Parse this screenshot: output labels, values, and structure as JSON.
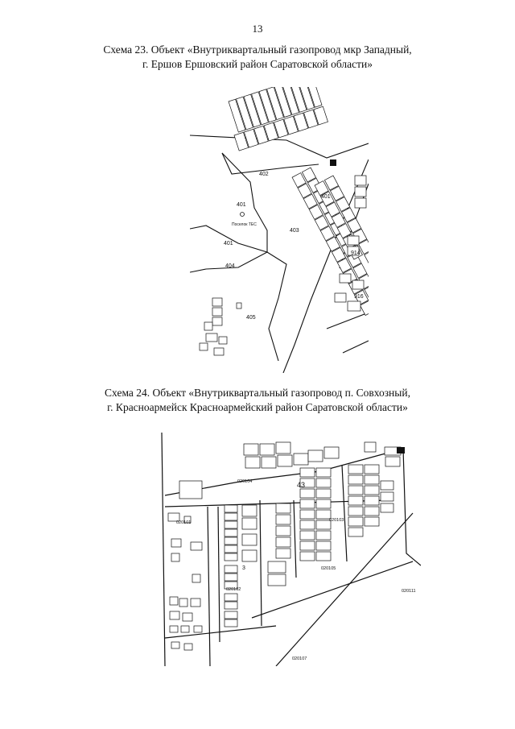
{
  "page_number": "13",
  "schemes": [
    {
      "caption_line1": "Схема 23. Объект «Внутриквартальный газопровод мкр Западный,",
      "caption_line2": "г. Ершов Ершовский район Саратовской области»",
      "map_labels": {
        "parcel_402": "402",
        "parcel_401_top": "401",
        "parcel_401_left": "401",
        "parcel_401_lower": "401",
        "parcel_404": "404",
        "parcel_405": "405",
        "parcel_403": "403",
        "parcel_914": "914",
        "parcel_916": "916",
        "poi": "Поселок ТЕС"
      }
    },
    {
      "caption_line1": "Схема 24. Объект «Внутриквартальный газопровод п. Совхозный,",
      "caption_line2": "г. Красноармейск Красноармейский район Саратовской области»",
      "map_labels": {
        "block_020104": "020104",
        "block_020101": "020101",
        "block_020102": "020102",
        "block_020103": "020103",
        "block_020105": "020105",
        "block_020111": "020111",
        "block_020107": "020107",
        "parcel_43": "43",
        "parcel_3": "3"
      }
    }
  ]
}
